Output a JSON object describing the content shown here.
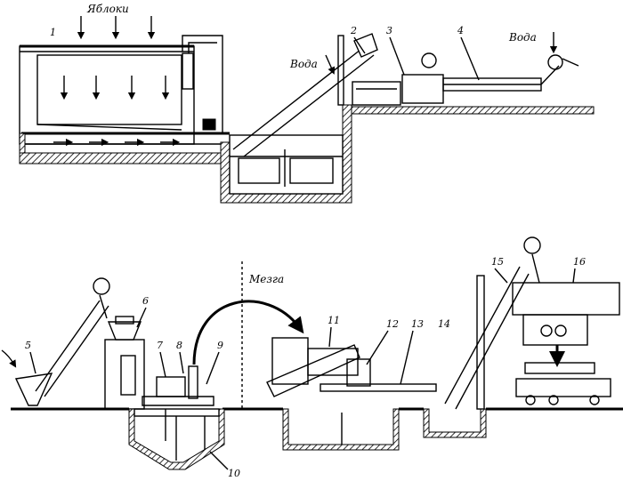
{
  "labels": {
    "apples": "Яблоки",
    "water_1": "Вода",
    "water_2": "Вода",
    "pulp": "Мезга"
  },
  "numbers": {
    "n1": "1",
    "n2": "2",
    "n3": "3",
    "n4": "4",
    "n5": "5",
    "n6": "6",
    "n7": "7",
    "n8": "8",
    "n9": "9",
    "n10": "10",
    "n11": "11",
    "n12": "12",
    "n13": "13",
    "n14": "14",
    "n15": "15",
    "n16": "16"
  }
}
